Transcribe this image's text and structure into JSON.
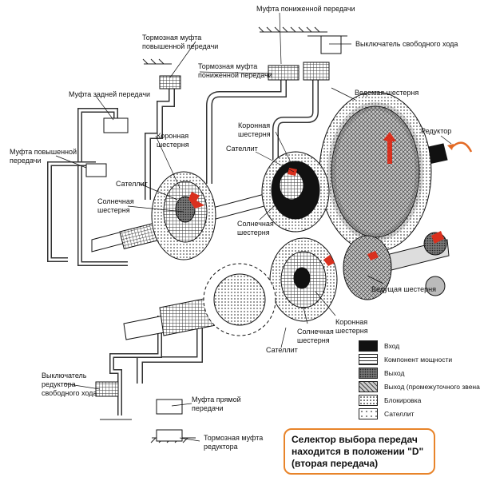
{
  "labels": {
    "reduced_gear_clutch": "Муфта пониженной передачи",
    "freewheel_switch_top": "Выключатель свободного хода",
    "brake_clutch_high": "Тормозная муфта\nповышенной передачи",
    "brake_clutch_reduced": "Тормозная муфта\nпониженной передачи",
    "reverse_clutch": "Муфта задней передачи",
    "driven_gear": "Ведомая шестерня",
    "ring_gear_right": "Коронная\nшестерня",
    "reducer": "Редуктор",
    "high_gear_clutch": "Муфта повышенной\nпередачи",
    "ring_gear_left": "Коронная\nшестерня",
    "planet_right": "Сателлит",
    "planet_left": "Сателлит",
    "sun_gear_left": "Солнечная\nшестерня",
    "sun_gear_mid": "Солнечная\nшестерня",
    "drive_gear": "Ведущая шестерня",
    "ring_gear_bottom": "Коронная\nшестерня",
    "sun_gear_bottom": "Солнечная\nшестерня",
    "planet_bottom": "Сателлит",
    "freewheel_switch_reducer": "Выключатель\nредуктора\nсвободного хода",
    "direct_gear_clutch": "Муфта прямой\nпередачи",
    "reducer_brake_clutch": "Тормозная муфта\nредуктора"
  },
  "legend": [
    {
      "label": "Вход",
      "pattern": "solid-black"
    },
    {
      "label": "Компонент мощности",
      "pattern": "dense-grid"
    },
    {
      "label": "Выход",
      "pattern": "dark-dots"
    },
    {
      "label": "Выход (промежуточного звена)",
      "pattern": "crosshatch"
    },
    {
      "label": "Блокировка",
      "pattern": "light-dots"
    },
    {
      "label": "Сателлит",
      "pattern": "sparse-dots"
    }
  ],
  "note": "Селектор выбора передач\nнаходится в положении \"D\"\n(вторая передача)",
  "colors": {
    "accent_red": "#d9301e",
    "note_border": "#e8842a",
    "ink": "#111111"
  }
}
